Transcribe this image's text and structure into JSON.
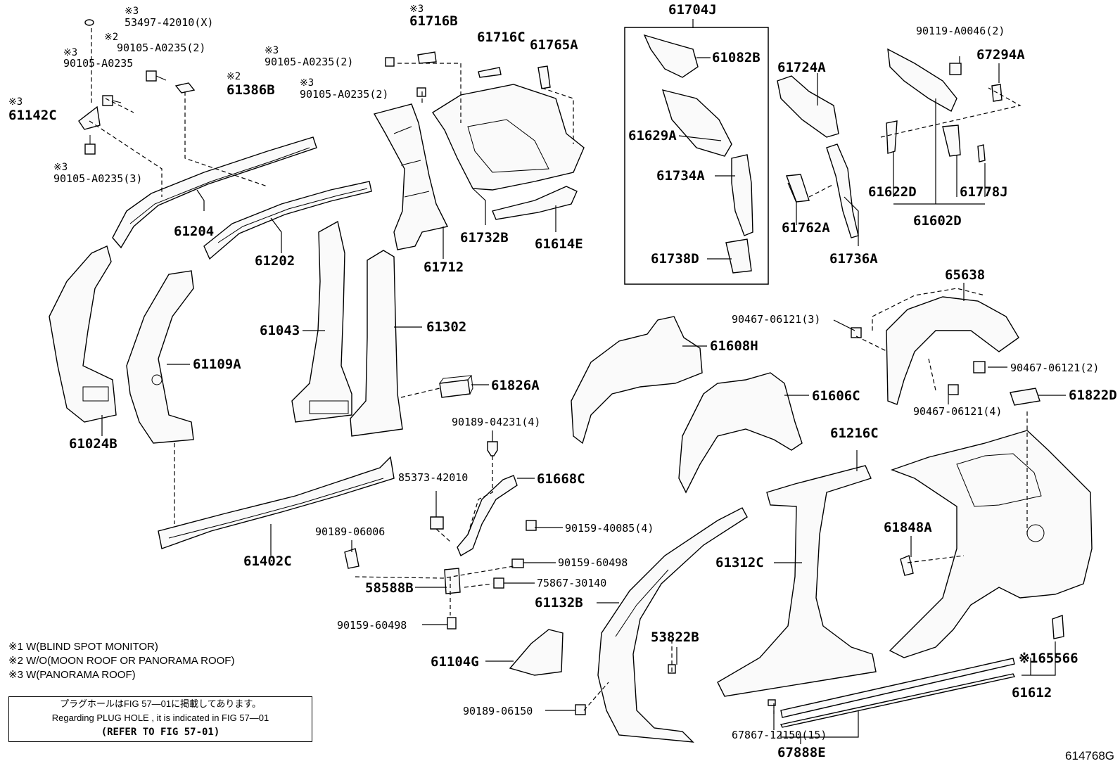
{
  "labels": {
    "l53497": "53497-42010(X)",
    "l61716B": "61716B",
    "l61716C": "61716C",
    "l61765A": "61765A",
    "l61704J": "61704J",
    "l90119": "90119-A0046(2)",
    "l67294A": "67294A",
    "l90105_2_top": "90105-A0235(2)",
    "l90105_left": "90105-A0235",
    "l61386B": "61386B",
    "l90105_2_mid": "90105-A0235(2)",
    "l90105_2_low": "90105-A0235(2)",
    "l61142C": "61142C",
    "l90105_3": "90105-A0235(3)",
    "l61082B": "61082B",
    "l61724A": "61724A",
    "l61629A": "61629A",
    "l61734A": "61734A",
    "l61738D": "61738D",
    "l61762A": "61762A",
    "l61736A": "61736A",
    "l61622D": "61622D",
    "l61778J": "61778J",
    "l61602D": "61602D",
    "l61204": "61204",
    "l61202": "61202",
    "l61732B": "61732B",
    "l61614E": "61614E",
    "l61712": "61712",
    "l65638": "65638",
    "l90467_3": "90467-06121(3)",
    "l90467_2": "90467-06121(2)",
    "l90467_4": "90467-06121(4)",
    "l61043": "61043",
    "l61302": "61302",
    "l61608H": "61608H",
    "l61109A": "61109A",
    "l61606C": "61606C",
    "l61826A": "61826A",
    "l61822D": "61822D",
    "l61024B": "61024B",
    "l90189_04231": "90189-04231(4)",
    "l61216C": "61216C",
    "l85373": "85373-42010",
    "l61668C": "61668C",
    "l61848A": "61848A",
    "l90159_40085": "90159-40085(4)",
    "l90189_06006": "90189-06006",
    "l61402C": "61402C",
    "l90159_60498a": "90159-60498",
    "l61312C": "61312C",
    "l58588B": "58588B",
    "l75867": "75867-30140",
    "l61132B": "61132B",
    "l90159_60498b": "90159-60498",
    "l53822B": "53822B",
    "l61104G": "61104G",
    "l65566": "※165566",
    "l61612": "61612",
    "l90189_06150": "90189-06150",
    "l67867": "67867-12150(15)",
    "l67888E": "67888E"
  },
  "marks": {
    "m3": "※3",
    "m2": "※2"
  },
  "notes": {
    "n1": "※1 W(BLIND SPOT MONITOR)",
    "n2": "※2 W/O(MOON ROOF OR PANORAMA ROOF)",
    "n3": "※3 W(PANORAMA ROOF)"
  },
  "notice": {
    "jp": "プラグホールはFIG 57—01に掲載してあります。",
    "en": "Regarding PLUG HOLE , it is indicated in FIG 57—01",
    "refer": "(REFER TO FIG 57-01)"
  },
  "figure_number": "614768G"
}
